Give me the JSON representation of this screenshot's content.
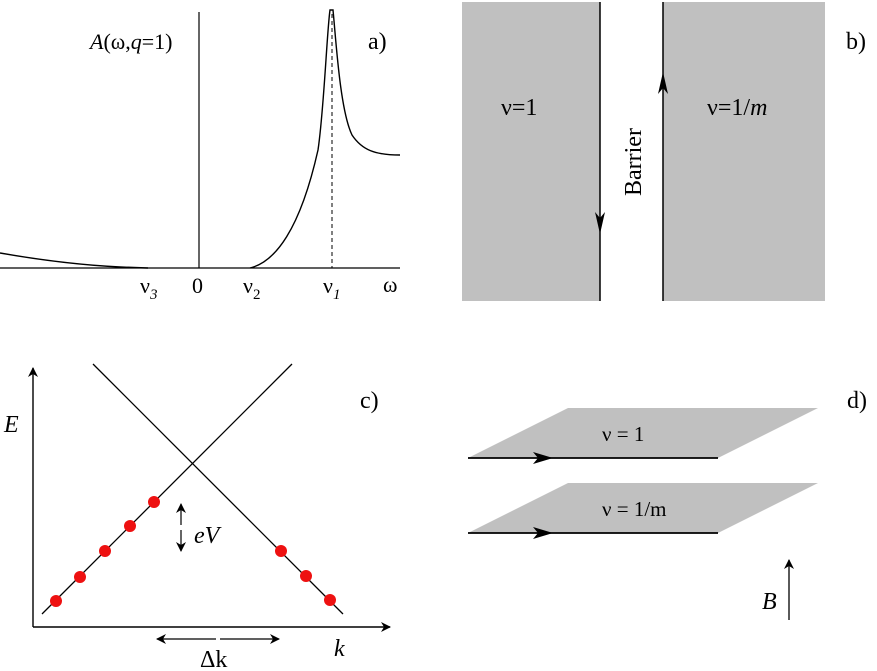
{
  "panel_a": {
    "tag": "a)",
    "fn_label": {
      "A": "A",
      "args": "(ω,",
      "q": "q",
      "eq": "=1)"
    },
    "ticks": [
      {
        "main": "ν",
        "sub": "3",
        "italic_sub": true
      },
      {
        "main": "0",
        "sub": "",
        "italic_sub": false
      },
      {
        "main": "ν",
        "sub": "2",
        "italic_sub": false
      },
      {
        "main": "ν",
        "sub": "1",
        "italic_sub": true
      }
    ],
    "x_axis_label": "ω"
  },
  "panel_b": {
    "tag": "b)",
    "left_region": "ν=1",
    "right_region_prefix": "ν=1/",
    "right_region_m": "m",
    "barrier": "Barrier"
  },
  "panel_c": {
    "tag": "c)",
    "y_axis": "E",
    "x_axis": "k",
    "bias_label": "eV",
    "delta_label": "Δk",
    "dot_color": "#ee1111"
  },
  "panel_d": {
    "tag": "d)",
    "upper_plane": "ν = 1",
    "lower_plane": "ν = 1/m",
    "field_label": "B"
  },
  "colors": {
    "region_fill": "#c0c0c0",
    "line": "#000000"
  }
}
